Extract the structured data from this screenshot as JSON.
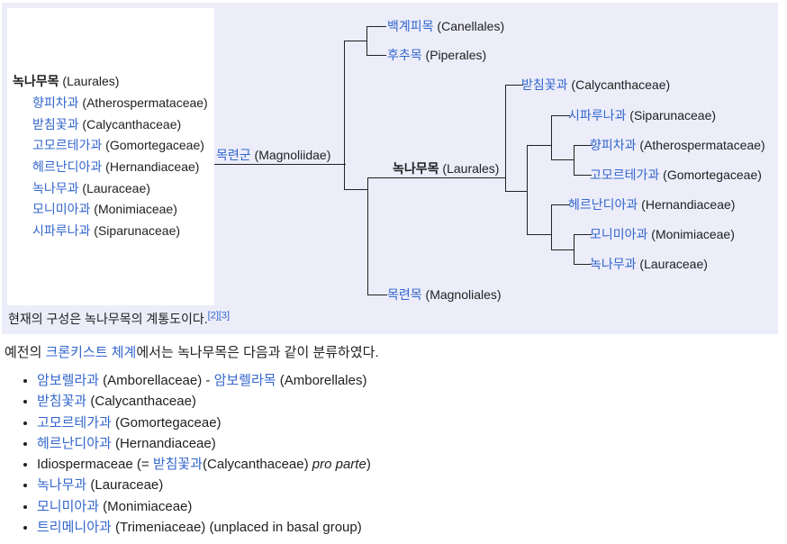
{
  "colors": {
    "panel_bg": "#ecedf9",
    "link_blue": "#3366cc",
    "text": "#202122",
    "line": "#202122"
  },
  "panel": {
    "classification_box": {
      "title": {
        "ko": "녹나무목",
        "la": " (Laurales)"
      },
      "items": [
        {
          "ko": "향피차과",
          "la": " (Atherospermataceae)"
        },
        {
          "ko": "받침꽃과",
          "la": " (Calycanthaceae)"
        },
        {
          "ko": "고모르테가과",
          "la": " (Gomortegaceae)"
        },
        {
          "ko": "헤르난디아과",
          "la": " (Hernandiaceae)"
        },
        {
          "ko": "녹나무과",
          "la": " (Lauraceae)"
        },
        {
          "ko": "모니미아과",
          "la": " (Monimiaceae)"
        },
        {
          "ko": "시파루나과",
          "la": " (Siparunaceae)"
        }
      ]
    },
    "caption": {
      "text": "현재의 구성은 녹나무목의 계통도이다.",
      "refs": [
        "[2]",
        "[3]"
      ]
    }
  },
  "tree": {
    "topology": "목련군( (백계피목,후추목), 녹나무목( 받침꽃과, ((시파루나과,(향피차과,고모르테가과)), (헤르난디아과,(모니미아과,녹나무과))) ), 목련목 )",
    "labels": [
      {
        "ko": "목련군",
        "la": " (Magnoliidae)",
        "ko_style": "t-link"
      },
      {
        "ko": "백계피목",
        "la": " (Canellales)",
        "ko_style": "t-link"
      },
      {
        "ko": "후추목",
        "la": " (Piperales)",
        "ko_style": "t-link"
      },
      {
        "ko": "녹나무목",
        "la": " (Laurales)",
        "ko_style": "t-bold"
      },
      {
        "ko": "받침꽃과",
        "la": " (Calycanthaceae)",
        "ko_style": "t-link"
      },
      {
        "ko": "시파루나과",
        "la": " (Siparunaceae)",
        "ko_style": "t-link"
      },
      {
        "ko": "향피차과",
        "la": " (Atherospermataceae)",
        "ko_style": "t-link"
      },
      {
        "ko": "고모르테가과",
        "la": " (Gomortegaceae)",
        "ko_style": "t-link"
      },
      {
        "ko": "헤르난디아과",
        "la": " (Hernandiaceae)",
        "ko_style": "t-link"
      },
      {
        "ko": "모니미아과",
        "la": " (Monimiaceae)",
        "ko_style": "t-link"
      },
      {
        "ko": "녹나무과",
        "la": " (Lauraceae)",
        "ko_style": "t-link"
      },
      {
        "ko": "목련목",
        "la": " (Magnoliales)",
        "ko_style": "t-link"
      }
    ]
  },
  "intro": {
    "segments": [
      {
        "text": "예전의 ",
        "type": "pln"
      },
      {
        "text": "크론키스트 체계",
        "type": "lnk"
      },
      {
        "text": "에서는 ",
        "type": "pln"
      },
      {
        "text": "녹나무목은 다음과 같이 분류하였다.",
        "type": "pln"
      }
    ]
  },
  "cronquist_list": {
    "items": [
      {
        "segments": [
          {
            "text": "암보렐라과",
            "type": "lnk"
          },
          {
            "text": " (Amborellaceae) - ",
            "type": "pln"
          },
          {
            "text": "암보렐라목",
            "type": "lnk"
          },
          {
            "text": " (Amborellales)",
            "type": "pln"
          }
        ]
      },
      {
        "segments": [
          {
            "text": "받침꽃과",
            "type": "lnk"
          },
          {
            "text": " (Calycanthaceae)",
            "type": "pln"
          }
        ]
      },
      {
        "segments": [
          {
            "text": "고모르테가과",
            "type": "lnk"
          },
          {
            "text": " (Gomortegaceae)",
            "type": "pln"
          }
        ]
      },
      {
        "segments": [
          {
            "text": "헤르난디아과",
            "type": "lnk"
          },
          {
            "text": " (Hernandiaceae)",
            "type": "pln"
          }
        ]
      },
      {
        "segments": [
          {
            "text": "Idiospermaceae (= ",
            "type": "pln"
          },
          {
            "text": "받침꽃과",
            "type": "lnk"
          },
          {
            "text": "(Calycanthaceae) ",
            "type": "pln"
          },
          {
            "text": "pro parte",
            "type": "ital"
          },
          {
            "text": ")",
            "type": "pln"
          }
        ]
      },
      {
        "segments": [
          {
            "text": "녹나무과",
            "type": "lnk"
          },
          {
            "text": " (Lauraceae)",
            "type": "pln"
          }
        ]
      },
      {
        "segments": [
          {
            "text": "모니미아과",
            "type": "lnk"
          },
          {
            "text": " (Monimiaceae)",
            "type": "pln"
          }
        ]
      },
      {
        "segments": [
          {
            "text": "트리메니아과",
            "type": "lnk"
          },
          {
            "text": " (Trimeniaceae) (unplaced in basal group)",
            "type": "pln"
          }
        ]
      }
    ]
  }
}
